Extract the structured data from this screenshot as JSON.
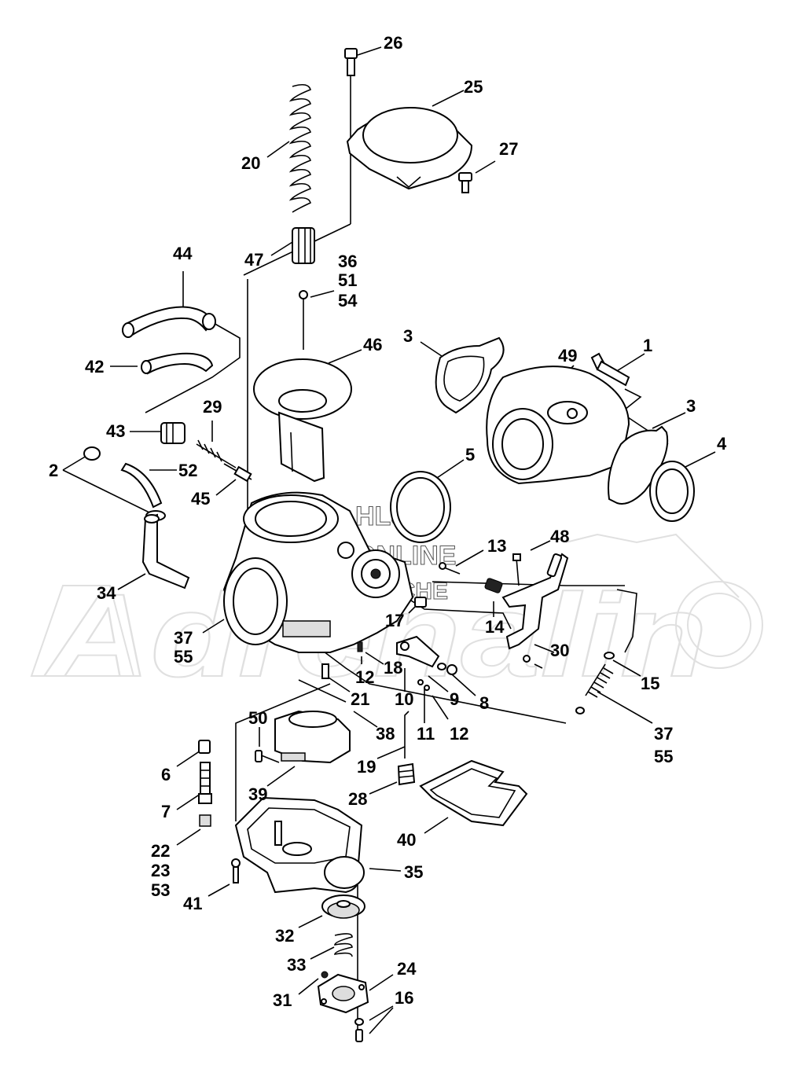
{
  "watermark": {
    "line1": "HLSM",
    "line2": "ONLINE",
    "line3": "MICROFICHE",
    "brand": "Adrenalin"
  },
  "callouts": [
    {
      "id": "c26",
      "text": "26"
    },
    {
      "id": "c25",
      "text": "25"
    },
    {
      "id": "c27",
      "text": "27"
    },
    {
      "id": "c20",
      "text": "20"
    },
    {
      "id": "c47",
      "text": "47"
    },
    {
      "id": "c36",
      "text": "36"
    },
    {
      "id": "c51",
      "text": "51"
    },
    {
      "id": "c54",
      "text": "54"
    },
    {
      "id": "c44",
      "text": "44"
    },
    {
      "id": "c42",
      "text": "42"
    },
    {
      "id": "c46",
      "text": "46"
    },
    {
      "id": "c3a",
      "text": "3"
    },
    {
      "id": "c49",
      "text": "49"
    },
    {
      "id": "c1",
      "text": "1"
    },
    {
      "id": "c3b",
      "text": "3"
    },
    {
      "id": "c4",
      "text": "4"
    },
    {
      "id": "c29",
      "text": "29"
    },
    {
      "id": "c43",
      "text": "43"
    },
    {
      "id": "c2",
      "text": "2"
    },
    {
      "id": "c52",
      "text": "52"
    },
    {
      "id": "c45",
      "text": "45"
    },
    {
      "id": "c5",
      "text": "5"
    },
    {
      "id": "c13",
      "text": "13"
    },
    {
      "id": "c48",
      "text": "48"
    },
    {
      "id": "c34",
      "text": "34"
    },
    {
      "id": "c14",
      "text": "14"
    },
    {
      "id": "c17",
      "text": "17"
    },
    {
      "id": "c37a",
      "text": "37"
    },
    {
      "id": "c55a",
      "text": "55"
    },
    {
      "id": "c30",
      "text": "30"
    },
    {
      "id": "c18",
      "text": "18"
    },
    {
      "id": "c12a",
      "text": "12"
    },
    {
      "id": "c15",
      "text": "15"
    },
    {
      "id": "c21",
      "text": "21"
    },
    {
      "id": "c10",
      "text": "10"
    },
    {
      "id": "c9",
      "text": "9"
    },
    {
      "id": "c8",
      "text": "8"
    },
    {
      "id": "c50",
      "text": "50"
    },
    {
      "id": "c38",
      "text": "38"
    },
    {
      "id": "c11",
      "text": "11"
    },
    {
      "id": "c12b",
      "text": "12"
    },
    {
      "id": "c37b",
      "text": "37"
    },
    {
      "id": "c55b",
      "text": "55"
    },
    {
      "id": "c6",
      "text": "6"
    },
    {
      "id": "c19",
      "text": "19"
    },
    {
      "id": "c39",
      "text": "39"
    },
    {
      "id": "c7",
      "text": "7"
    },
    {
      "id": "c28",
      "text": "28"
    },
    {
      "id": "c40",
      "text": "40"
    },
    {
      "id": "c22",
      "text": "22"
    },
    {
      "id": "c23",
      "text": "23"
    },
    {
      "id": "c53",
      "text": "53"
    },
    {
      "id": "c35",
      "text": "35"
    },
    {
      "id": "c41",
      "text": "41"
    },
    {
      "id": "c32",
      "text": "32"
    },
    {
      "id": "c33",
      "text": "33"
    },
    {
      "id": "c24",
      "text": "24"
    },
    {
      "id": "c31",
      "text": "31"
    },
    {
      "id": "c16",
      "text": "16"
    }
  ]
}
